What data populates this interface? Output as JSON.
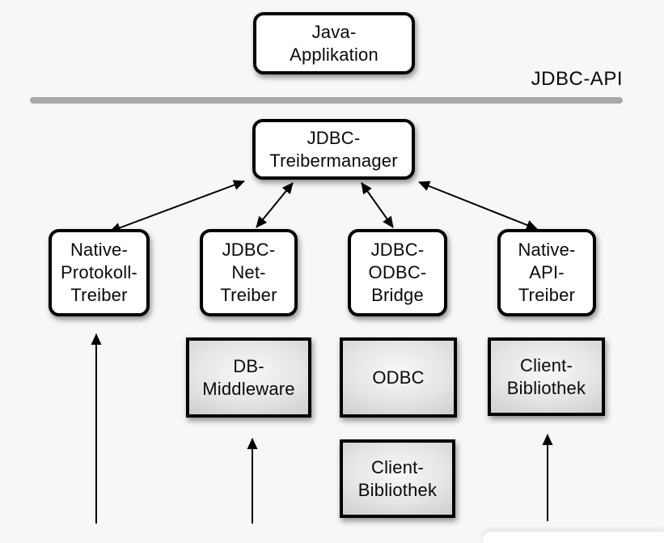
{
  "diagram": {
    "api_label": "JDBC-API",
    "boxes": {
      "java_application": "Java-\nApplikation",
      "treibermanager": "JDBC-\nTreibermanager",
      "native_protokoll": "Native-\nProtokoll-\nTreiber",
      "jdbc_net": "JDBC-\nNet-\nTreiber",
      "jdbc_odbc": "JDBC-\nODBC-\nBridge",
      "native_api": "Native-\nAPI-\nTreiber",
      "db_middleware": "DB-\nMiddleware",
      "odbc": "ODBC",
      "client_bibliothek_right": "Client-\nBibliothek",
      "client_bibliothek_lower": "Client-\nBibliothek"
    },
    "colors": {
      "background": "#f7f7f7",
      "divider_line": "#a9a9ad",
      "box_border": "#000000",
      "box_fill_white": "#ffffff",
      "gray_box_fill_center": "#f8f8f8",
      "gray_box_fill_edge": "#c6c6c6",
      "text": "#0a0a0a"
    }
  }
}
